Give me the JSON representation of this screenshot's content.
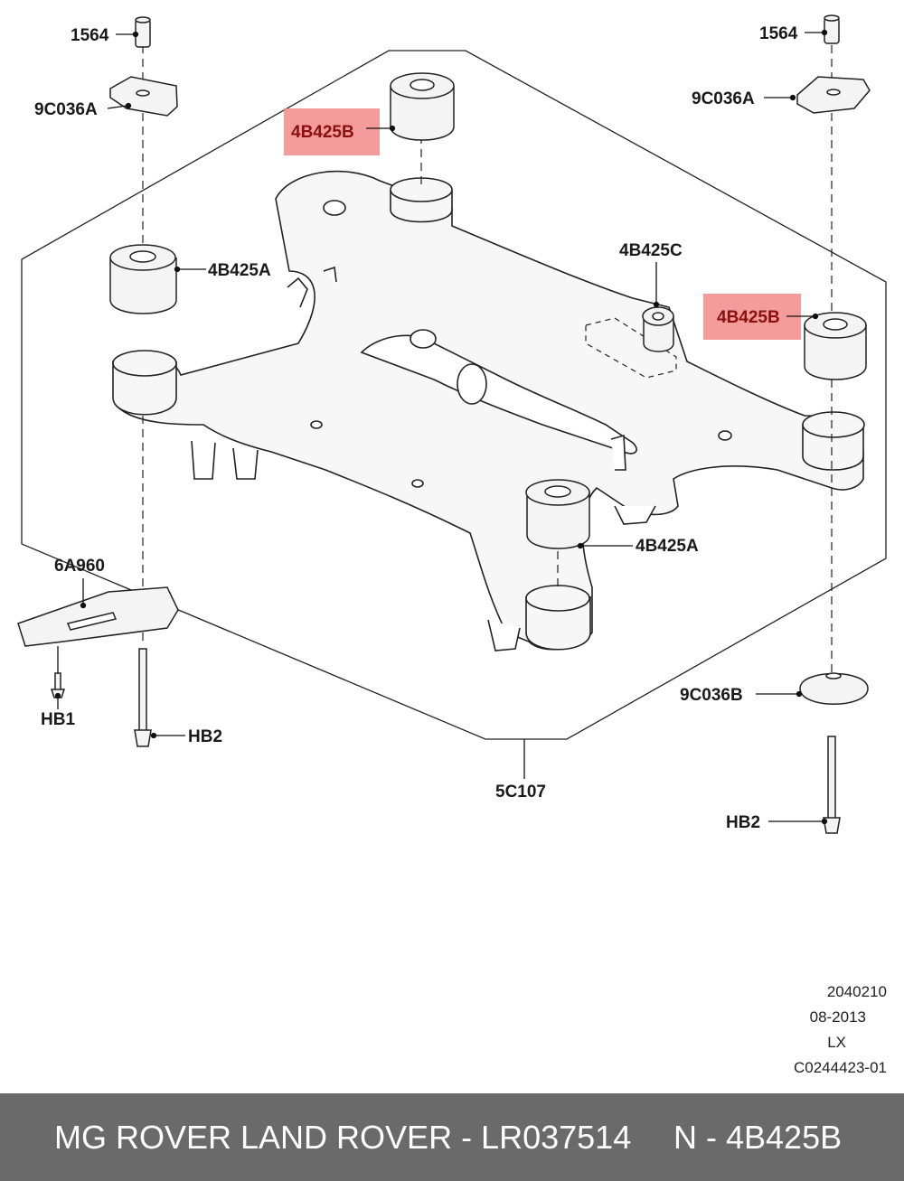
{
  "diagram": {
    "labels": {
      "l1564_left": "1564",
      "l1564_right": "1564",
      "l9c036a_left": "9C036A",
      "l9c036a_right": "9C036A",
      "l4b425b_top": "4B425B",
      "l4b425b_right": "4B425B",
      "l4b425a_left": "4B425A",
      "l4b425a_bottom": "4B425A",
      "l4b425c": "4B425C",
      "l6a960": "6A960",
      "lhb1": "HB1",
      "lhb2_left": "HB2",
      "lhb2_right": "HB2",
      "l9c036b": "9C036B",
      "l5c107": "5C107"
    },
    "highlight_color": "#f28b8b",
    "highlighted_part": "4B425B"
  },
  "meta": {
    "line1": "2040210",
    "line2": "08-2013",
    "line3": "LX",
    "line4": "C0244423-01"
  },
  "footer": {
    "left": "MG ROVER LAND ROVER - LR037514",
    "right": "N - 4B425B"
  }
}
